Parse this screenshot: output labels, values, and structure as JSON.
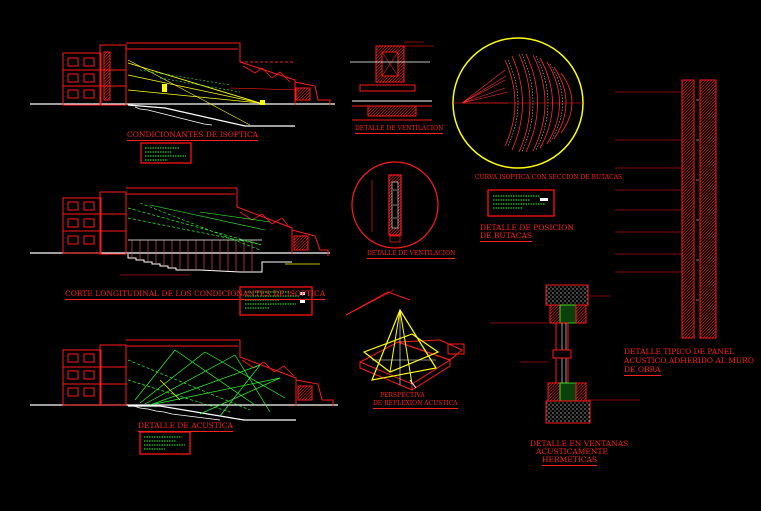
{
  "labels": {
    "section1_title": "CONDICIONANTES DE ISOPTICA",
    "section2_title": "CORTE LONGITUDINAL DE LOS CONDICIONANTES DE ISOPTICA",
    "section3_title": "DETALLE DE ACUSTICA",
    "detail_block_title": "DETALLE DE VENTILACION",
    "detail_circle_title": "DETALLE DE VENTILACION",
    "isoptic_note": "CURVA ISOPTICA CON SECCION DE BUTACAS",
    "seating_title_line1": "DETALLE DE POSICION",
    "seating_title_line2": "DE BUTACAS",
    "acoustic3d_line1": "PERSPECTIVA",
    "acoustic3d_line2": "DE REFLEXION ACUSTICA",
    "window_title_line1": "DETALLE EN VENTANAS",
    "window_title_line2": "ACUSTICAMENTE",
    "window_title_line3": "HERMETICAS",
    "panel_title_line1": "DETALLE TIPICO DE PANEL",
    "panel_title_line2": "ACUSTICO ADHERIDO AL MURO",
    "panel_title_line3": "DE OBRA"
  },
  "colors": {
    "background": "#000000",
    "outline": "#ff1a1a",
    "accent_yellow": "#ffff00",
    "accent_green": "#2cff2c",
    "accent_white": "#ffffff"
  }
}
